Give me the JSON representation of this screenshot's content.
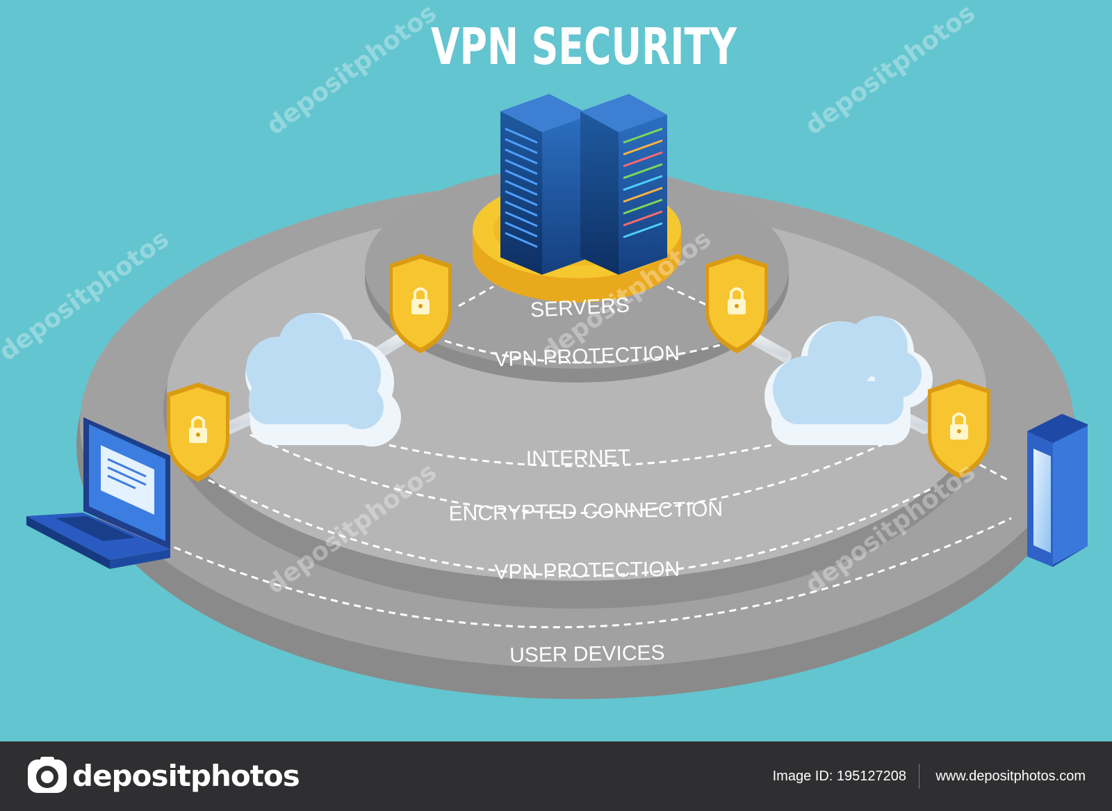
{
  "title": "VPN SECURITY",
  "labels": {
    "servers": "SERVERS",
    "vpn_protection_inner": "VPN PROTECTION",
    "internet": "INTERNET",
    "encrypted_connection": "ENCRYPTED CONNECTION",
    "vpn_protection_outer": "VPN PROTECTION",
    "user_devices": "USER DEVICES"
  },
  "watermark": "depositphotos",
  "footer": {
    "brand": "depositphotos",
    "image_id": "Image ID: 195127208",
    "site": "www.depositphotos.com"
  },
  "colors": {
    "background": "#63c5cf",
    "platform_light": "#b5b5b5",
    "platform_mid": "#a3a3a3",
    "platform_dark": "#8f8f8f",
    "gold": "#f5c430",
    "server_blue": "#1b4d8c",
    "cloud": "#cfe5f7",
    "footer_bg": "#2f2f31"
  }
}
